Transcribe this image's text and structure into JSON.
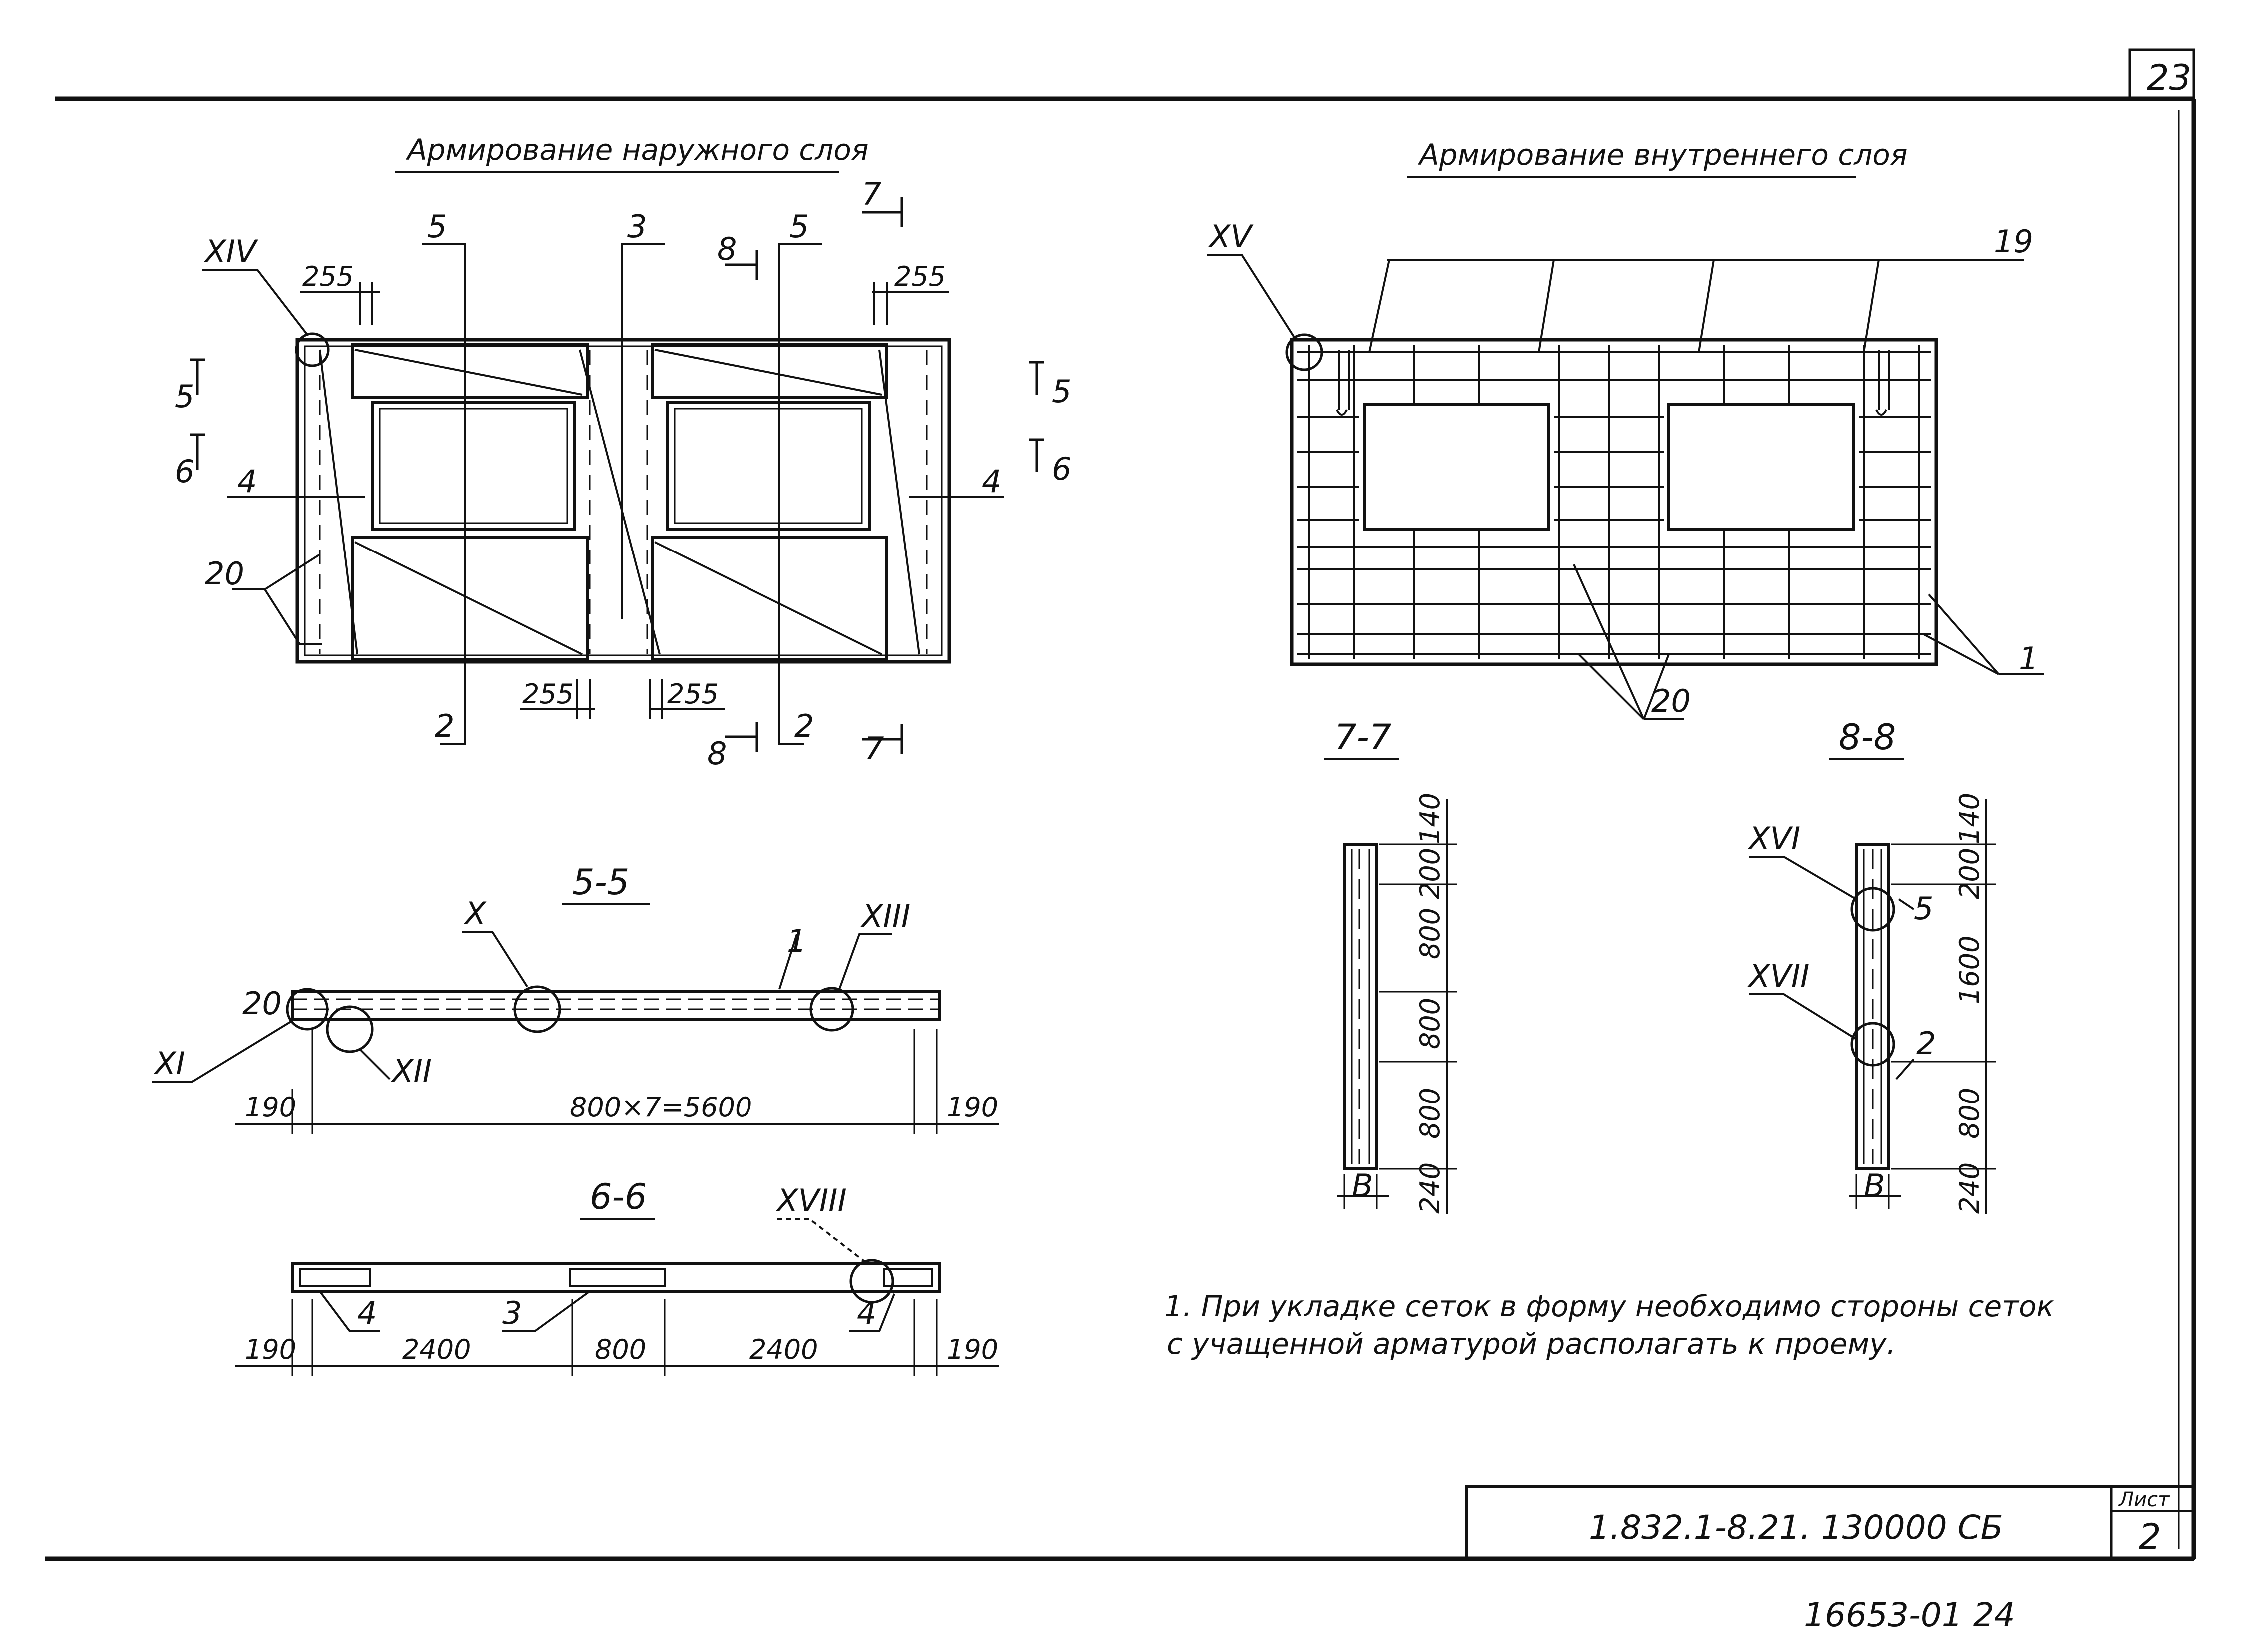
{
  "sheet": {
    "page_number": "23",
    "bottom_stamp": "16653-01 24",
    "title_block": {
      "code": "1.832.1-8.21. 130000 СБ",
      "list_label": "Лист",
      "list_number": "2"
    }
  },
  "outer_layer": {
    "title": "Армирование наружного слоя",
    "node_top_left": "XIV",
    "marks": {
      "m2a": "2",
      "m2b": "2",
      "m3": "3",
      "m4a": "4",
      "m4b": "4",
      "m5a": "5",
      "m5b": "5",
      "m20": "20"
    },
    "dims": {
      "d255_tl": "255",
      "d255_tr": "255",
      "d255_b1": "255",
      "d255_b2": "255"
    },
    "section_marks": {
      "s5_left": "5",
      "s5_right": "5",
      "s6_left": "6",
      "s6_right": "6",
      "s7_top": "7",
      "s7_bottom": "7",
      "s8_top": "8",
      "s8_bottom": "8"
    }
  },
  "inner_layer": {
    "title": "Армирование внутреннего слоя",
    "node_top_left": "XV",
    "marks": {
      "m19": "19",
      "m1": "1",
      "m20": "20"
    }
  },
  "section_5_5": {
    "title": "5-5",
    "nodes": {
      "x": "X",
      "xi": "XI",
      "xii": "XII",
      "xiii": "XIII"
    },
    "marks": {
      "m20": "20",
      "m1": "1"
    },
    "dims": {
      "left": "190",
      "middle": "800×7=5600",
      "right": "190"
    }
  },
  "section_6_6": {
    "title": "6-6",
    "nodes": {
      "xviii": "XVIII"
    },
    "marks": {
      "m4a": "4",
      "m4b": "4",
      "m3": "3"
    },
    "dims": [
      "190",
      "2400",
      "800",
      "2400",
      "190"
    ]
  },
  "section_7_7": {
    "title": "7-7",
    "width_label": "В",
    "dims": [
      "140",
      "200",
      "800",
      "800",
      "800",
      "240"
    ]
  },
  "section_8_8": {
    "title": "8-8",
    "nodes": {
      "xvi": "XVI",
      "xvii": "XVII"
    },
    "marks": {
      "m5": "5",
      "m2": "2"
    },
    "width_label": "В",
    "dims": [
      "140",
      "200",
      "1600",
      "800",
      "240"
    ]
  },
  "note": {
    "line1": "1. При укладке  сеток  в форму необходимо стороны сеток",
    "line2": "с учащенной арматурой  располагать к проему."
  }
}
